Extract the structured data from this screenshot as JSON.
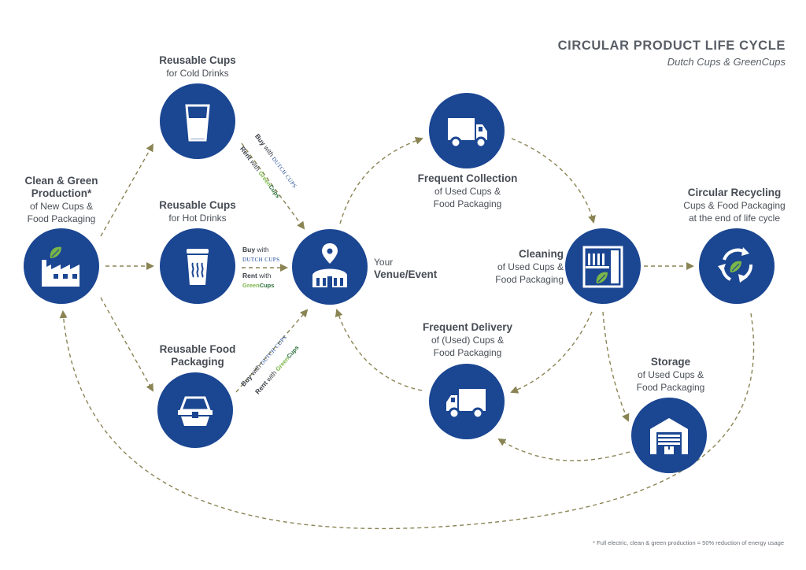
{
  "title": "CIRCULAR PRODUCT LIFE CYCLE",
  "subtitle": "Dutch Cups & GreenCups",
  "footnote": "* Full electric, clean & green production = 50% reduction of energy usage",
  "colors": {
    "node": "#1b4692",
    "arrow": "#8a8454",
    "leaf": "#7ab648",
    "text": "#4a4f57"
  },
  "nodes": {
    "production": {
      "icon": "factory-icon",
      "title_l1": "Clean & Green",
      "title_l2": "Production*",
      "sub_l1": "of New Cups &",
      "sub_l2": "Food Packaging"
    },
    "cold_cups": {
      "icon": "glass-icon",
      "title": "Reusable Cups",
      "sub": "for Cold Drinks"
    },
    "hot_cups": {
      "icon": "coffee-cup-icon",
      "title": "Reusable Cups",
      "sub": "for Hot Drinks"
    },
    "food_packaging": {
      "icon": "food-container-icon",
      "title_l1": "Reusable Food",
      "title_l2": "Packaging"
    },
    "venue": {
      "icon": "venue-icon",
      "label_l1": "Your",
      "label_l2": "Venue/Event"
    },
    "collection": {
      "icon": "truck-icon",
      "title": "Frequent Collection",
      "sub_l1": "of Used Cups &",
      "sub_l2": "Food Packaging"
    },
    "cleaning": {
      "icon": "dishwasher-icon",
      "title": "Cleaning",
      "sub_l1": "of Used Cups &",
      "sub_l2": "Food Packaging"
    },
    "recycling": {
      "icon": "recycle-icon",
      "title": "Circular Recycling",
      "sub_l1": "Cups & Food Packaging",
      "sub_l2": "at the end of life cycle"
    },
    "delivery": {
      "icon": "delivery-truck-icon",
      "title": "Frequent Delivery",
      "sub_l1": "of (Used) Cups &",
      "sub_l2": "Food Packaging"
    },
    "storage": {
      "icon": "warehouse-icon",
      "title": "Storage",
      "sub_l1": "of Used Cups &",
      "sub_l2": "Food Packaging"
    }
  },
  "edge_labels": {
    "buy": "Buy",
    "rent": "Rent",
    "with": "with",
    "dutch_cups": "DUTCH CUPS",
    "green": "Green",
    "cups": "Cups"
  }
}
